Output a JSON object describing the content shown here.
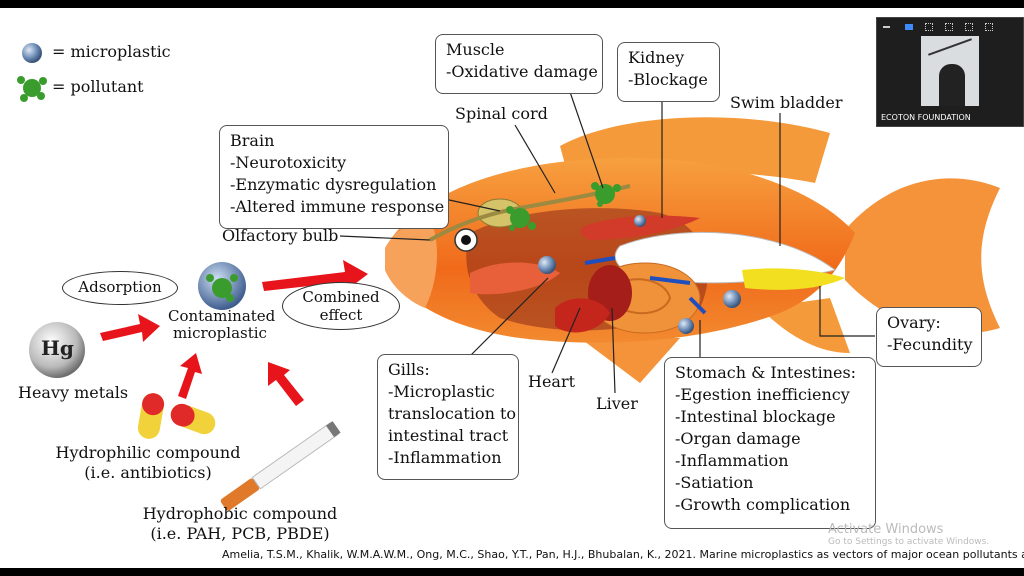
{
  "legend": {
    "microplastic": "= microplastic",
    "pollutant": "= pollutant"
  },
  "boxes": {
    "brain": [
      "Brain",
      "-Neurotoxicity",
      "-Enzymatic dysregulation",
      "-Altered immune response"
    ],
    "muscle": [
      "Muscle",
      "-Oxidative damage"
    ],
    "kidney": [
      "Kidney",
      "-Blockage"
    ],
    "gills": [
      "Gills:",
      "-Microplastic",
      "translocation to",
      "intestinal tract",
      "-Inflammation"
    ],
    "stomach": [
      "Stomach & Intestines:",
      "-Egestion inefficiency",
      "-Intestinal blockage",
      "-Organ damage",
      "-Inflammation",
      "-Satiation",
      "-Growth complication"
    ],
    "ovary": [
      "Ovary:",
      "-Fecundity"
    ]
  },
  "labels": {
    "spinal_cord": "Spinal cord",
    "swim_bladder": "Swim bladder",
    "olfactory_bulb": "Olfactory bulb",
    "heart": "Heart",
    "liver": "Liver"
  },
  "sources": {
    "adsorption": "Adsorption",
    "contaminated_1": "Contaminated",
    "contaminated_2": "microplastic",
    "combined_1": "Combined",
    "combined_2": "effect",
    "hg_symbol": "Hg",
    "heavy_metals": "Heavy metals",
    "hydrophilic_1": "Hydrophilic compound",
    "hydrophilic_2": "(i.e. antibiotics)",
    "hydrophobic_1": "Hydrophobic compound",
    "hydrophobic_2": "(i.e. PAH, PCB, PBDE)"
  },
  "video": {
    "caption": "ECOTON FOUNDATION"
  },
  "citation": "Amelia, T.S.M., Khalik, W.M.A.W.M., Ong, M.C., Shao, Y.T., Pan, H.J., Bhubalan, K., 2021. Marine microplastics as vectors of major ocean pollutants and",
  "watermark": {
    "title": "Activate Windows",
    "subtitle": "Go to Settings to activate Windows."
  },
  "colors": {
    "arrow_red": "#e8141b",
    "fish_orange": "#f4801f",
    "microplastic_blue": "#6f8fb8",
    "pollutant_green": "#3b9c2e"
  }
}
